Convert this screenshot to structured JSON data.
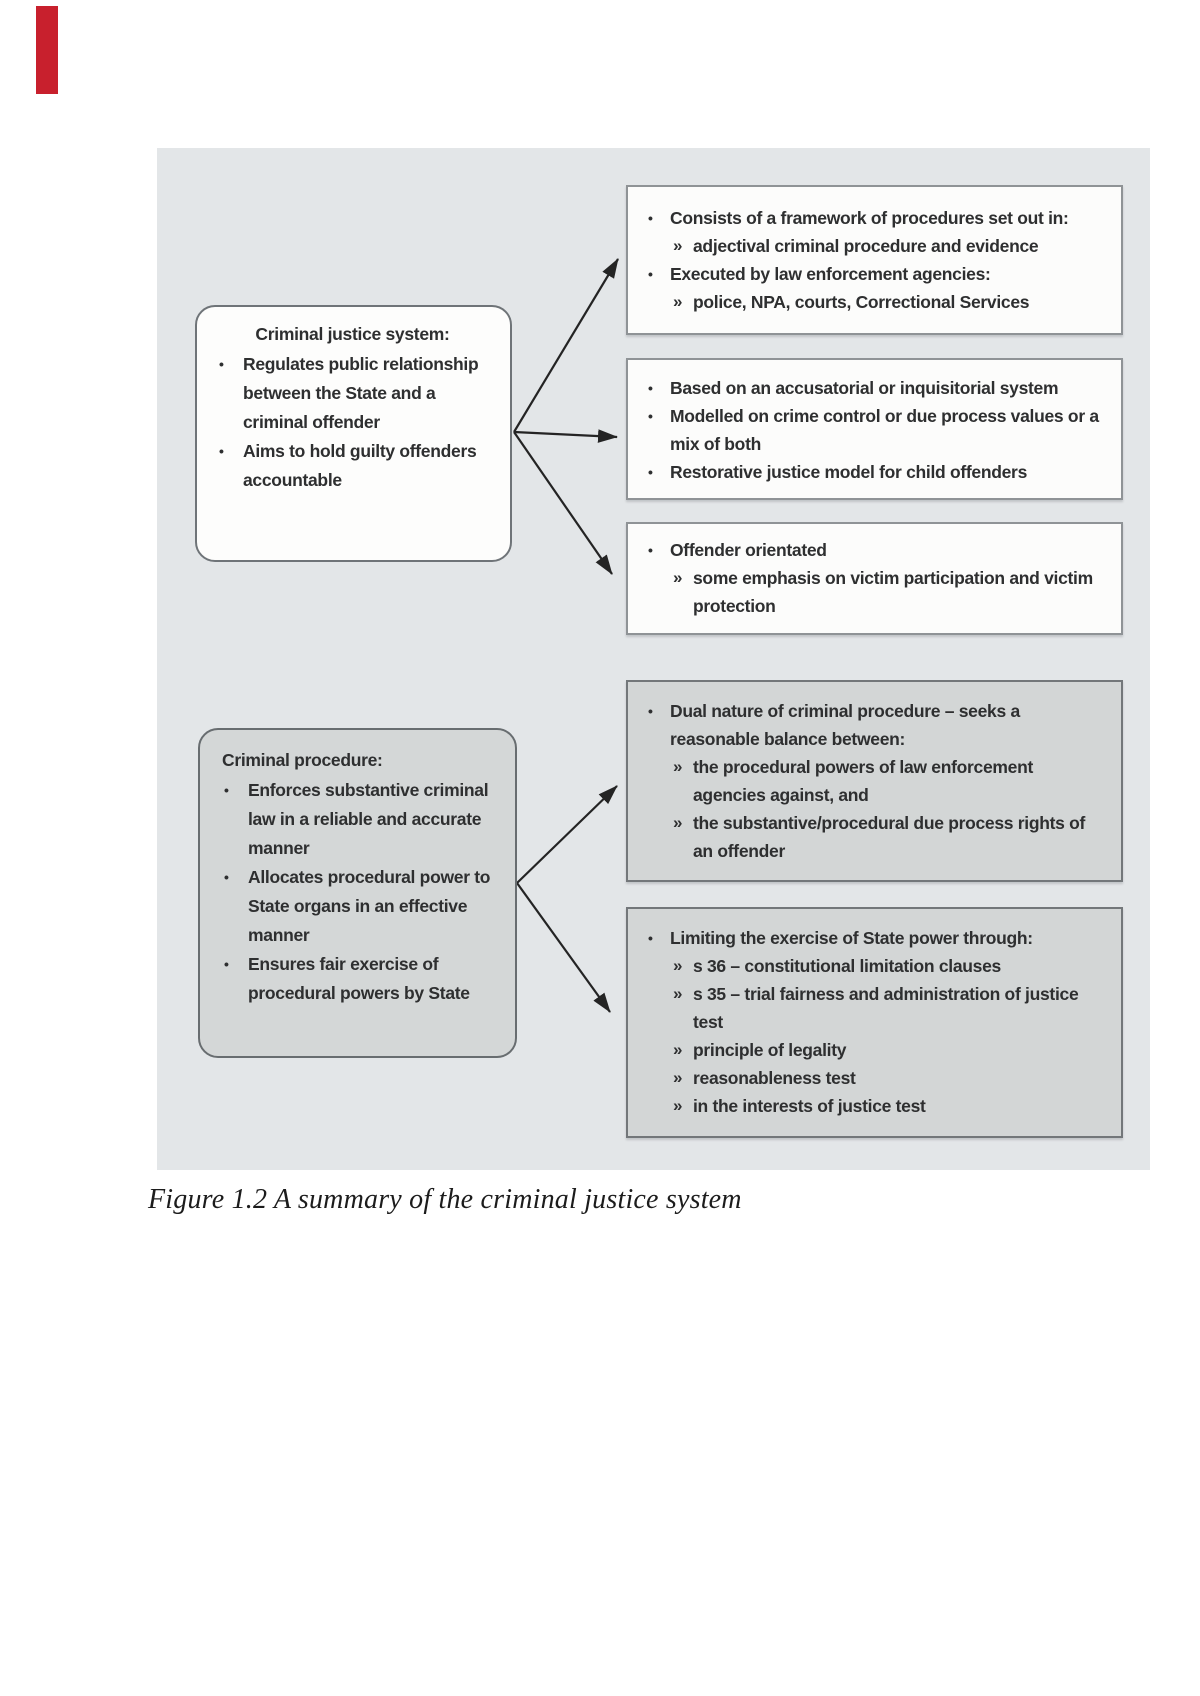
{
  "page": {
    "caption": "Figure 1.2 A summary of the criminal justice system"
  },
  "colors": {
    "red_margin_mark": "#c8202d",
    "diagram_background": "#e3e6e8",
    "white_box_background": "#fcfcfb",
    "gray_box_background": "#d3d6d6",
    "arrow": "#242424",
    "text": "#2e2f30"
  },
  "markers": {
    "bullet": "•",
    "sub": "»"
  },
  "source_boxes": [
    {
      "title": "Criminal justice system:",
      "items": [
        {
          "type": "bullet",
          "text": "Regulates public relationship between the State and a criminal offender"
        },
        {
          "type": "bullet",
          "text": "Aims to hold guilty offenders accountable"
        }
      ]
    },
    {
      "title": "Criminal procedure:",
      "items": [
        {
          "type": "bullet",
          "text": "Enforces substantive criminal law in a reliable and accurate manner"
        },
        {
          "type": "bullet",
          "text": "Allocates procedural power to State organs in an effective manner"
        },
        {
          "type": "bullet",
          "text": "Ensures fair exercise of procedural powers by State"
        }
      ]
    }
  ],
  "detail_boxes": [
    {
      "items": [
        {
          "type": "bullet",
          "text": "Consists of a framework of procedures set out in:"
        },
        {
          "type": "sub",
          "text": "adjectival criminal procedure and evidence"
        },
        {
          "type": "bullet",
          "text": "Executed by law enforcement agencies:"
        },
        {
          "type": "sub",
          "text": "police, NPA, courts, Correctional Services"
        }
      ]
    },
    {
      "items": [
        {
          "type": "bullet",
          "text": "Based on an accusatorial or inquisitorial system"
        },
        {
          "type": "bullet",
          "text": "Modelled on crime control or due process values or a mix of both"
        },
        {
          "type": "bullet",
          "text": "Restorative justice model for child offenders"
        }
      ]
    },
    {
      "items": [
        {
          "type": "bullet",
          "text": "Offender orientated"
        },
        {
          "type": "sub",
          "text": "some emphasis on victim participation and victim protection"
        }
      ]
    },
    {
      "items": [
        {
          "type": "bullet",
          "text": "Dual nature of criminal procedure – seeks a reasonable balance between:"
        },
        {
          "type": "sub",
          "text": "the procedural powers of law enforcement agencies against, and"
        },
        {
          "type": "sub",
          "text": "the substantive/procedural due process rights of an offender"
        }
      ]
    },
    {
      "items": [
        {
          "type": "bullet",
          "text": "Limiting the exercise of State power through:"
        },
        {
          "type": "sub",
          "text": "s 36 – constitutional limitation clauses"
        },
        {
          "type": "sub",
          "text": "s 35 – trial fairness and administration of justice test"
        },
        {
          "type": "sub",
          "text": "principle of legality"
        },
        {
          "type": "sub",
          "text": "reasonableness test"
        },
        {
          "type": "sub",
          "text": "in the interests of justice test"
        }
      ]
    }
  ]
}
